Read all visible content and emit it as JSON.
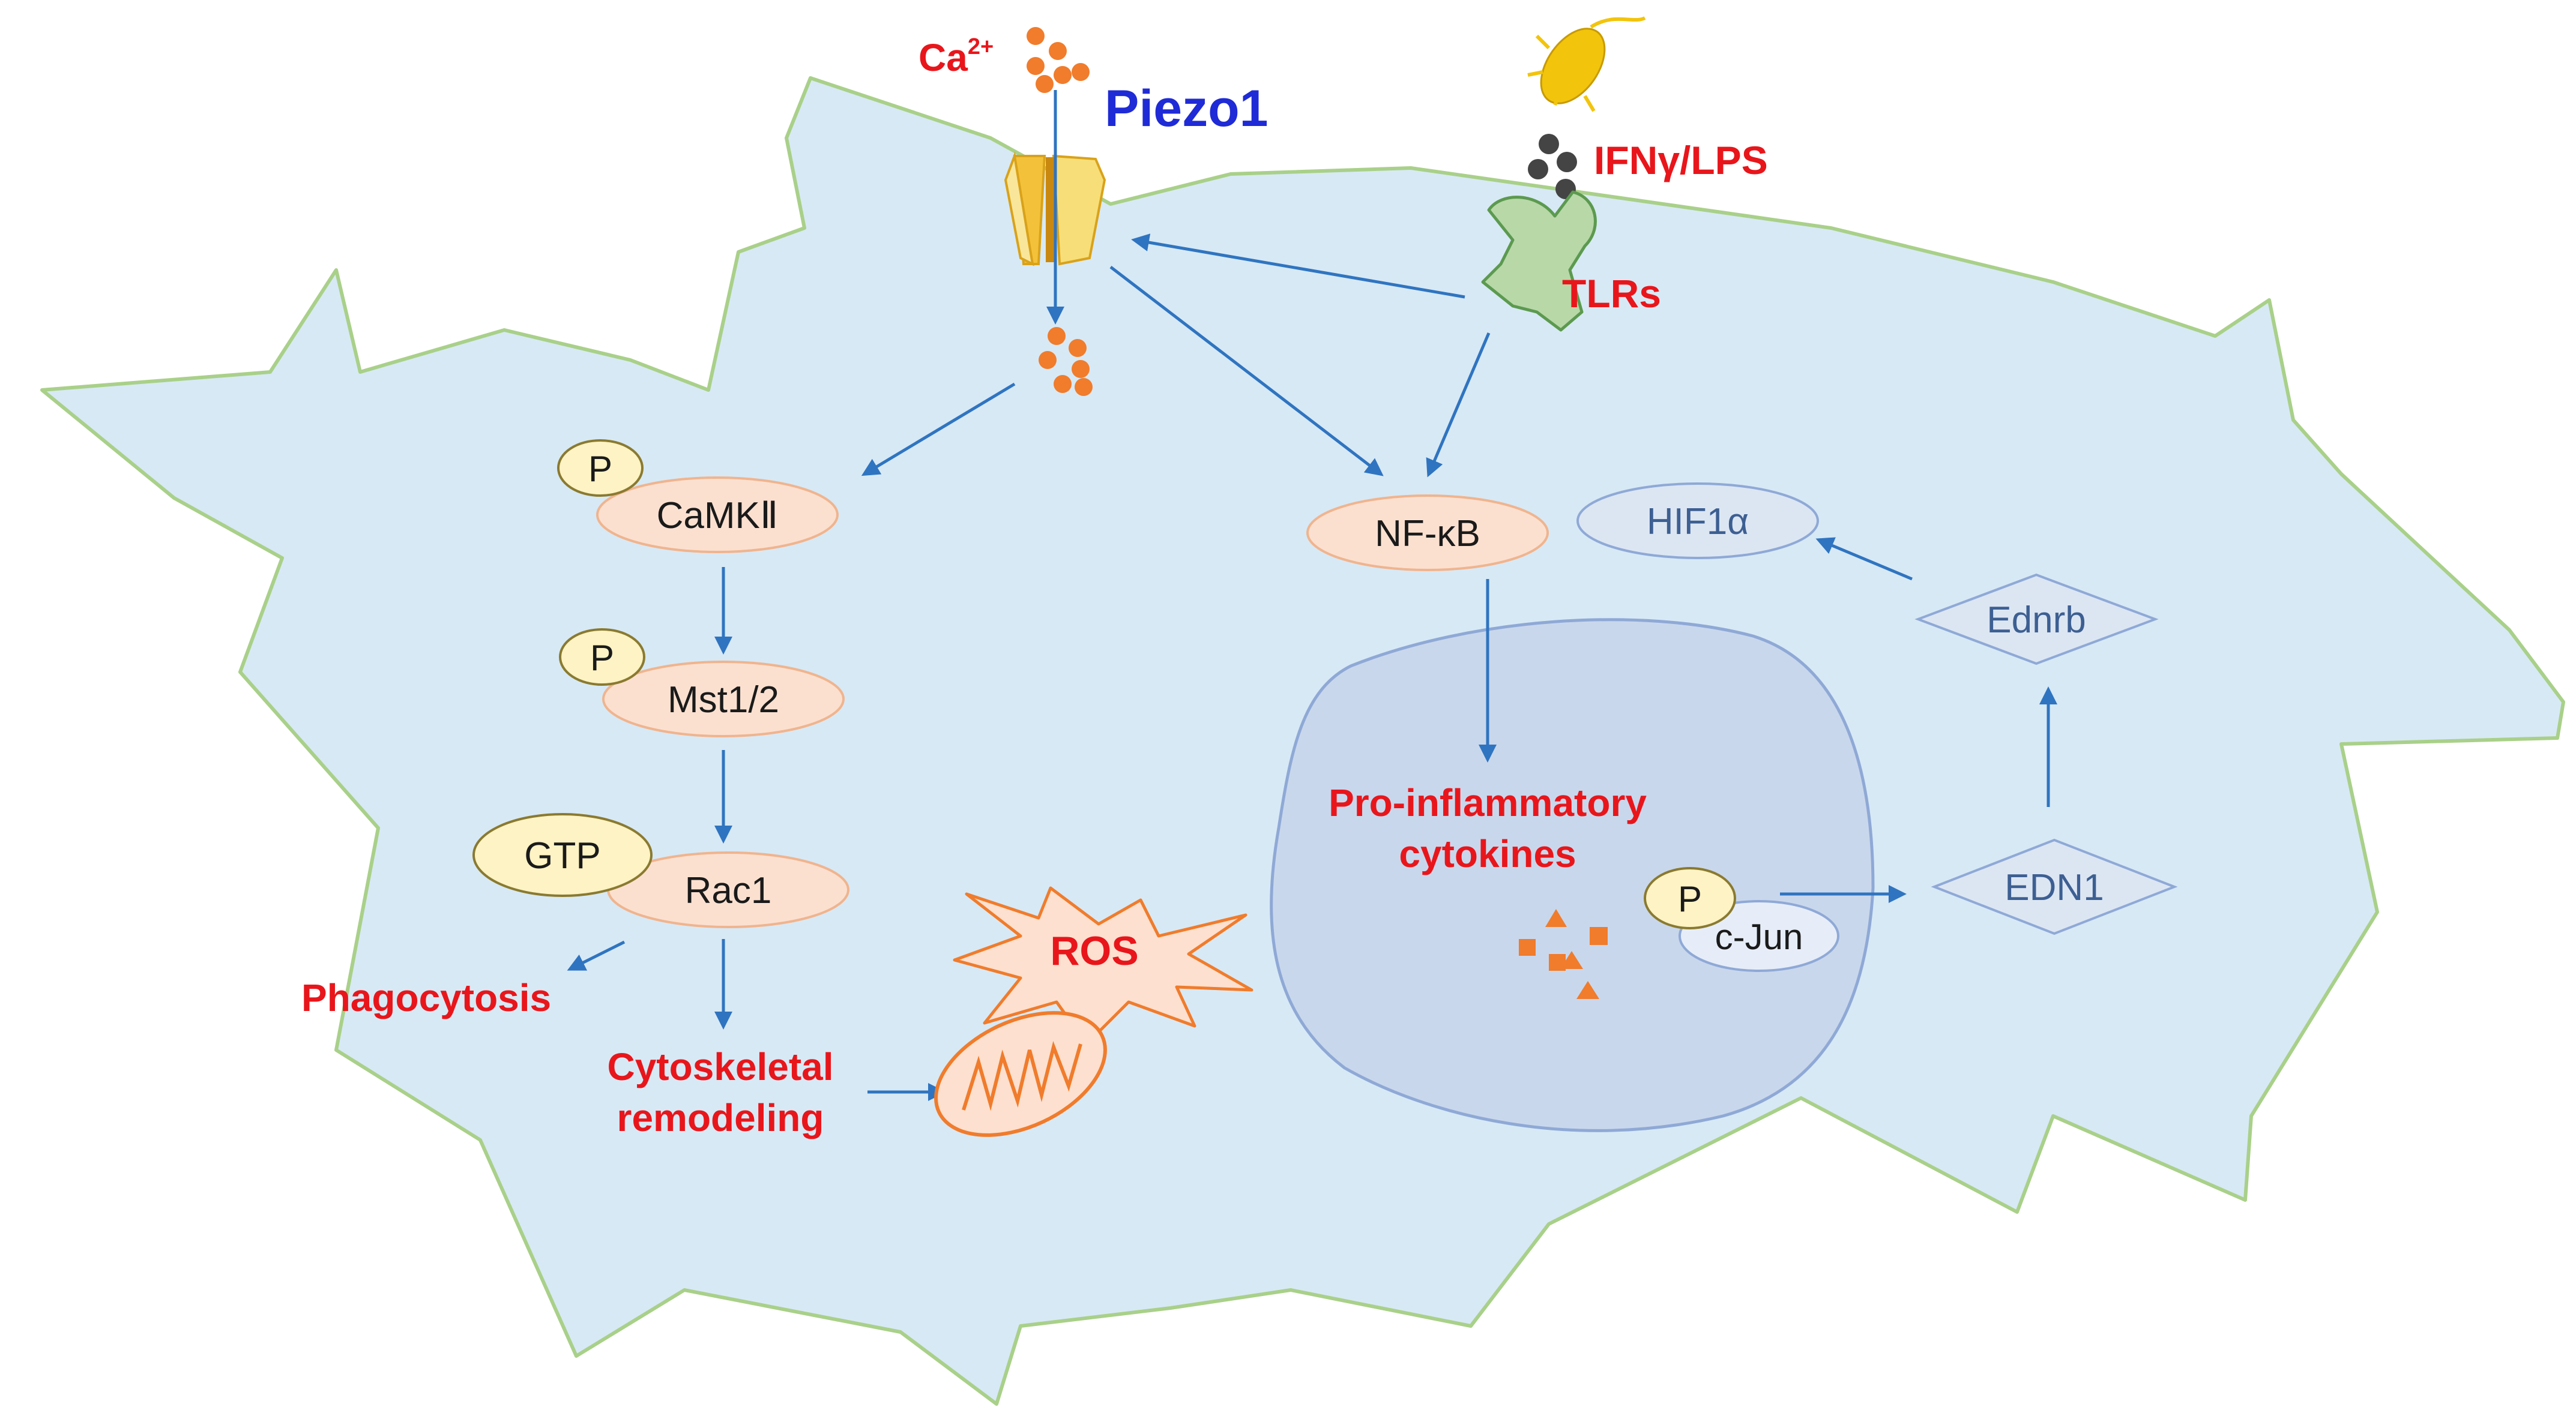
{
  "colors": {
    "cell_fill": "#d7e9f5",
    "cell_stroke": "#a9d089",
    "nucleus_fill": "#c9d7ec",
    "nucleus_stroke": "#8fa9d6",
    "arrow": "#2f74c0",
    "red_label": "#e8161b",
    "piezo_label": "#1f2bd6",
    "node_fill": "#fbe0d0",
    "node_stroke": "#f0b48e",
    "phospho_fill": "#fdf3c4",
    "phospho_stroke": "#8a7a30",
    "calcium": "#f07c2c",
    "ligand": "#444444",
    "channel": "#f3c23a",
    "receptor_fill": "#b8d8a8",
    "receptor_stroke": "#5c9a4f",
    "bacterium": "#f2c40c"
  },
  "labels": {
    "ca": "Ca",
    "ca_sup": "2+",
    "piezo": "Piezo1",
    "ligand": "IFNγ/LPS",
    "receptor": "TLRs",
    "phagocytosis": "Phagocytosis",
    "cytoskeletal_1": "Cytoskeletal",
    "cytoskeletal_2": "remodeling",
    "ros": "ROS",
    "proinflam_1": "Pro-inflammatory",
    "proinflam_2": "cytokines"
  },
  "nodes": {
    "p1": "P",
    "camk": "CaMKⅡ",
    "p2": "P",
    "mst": "Mst1/2",
    "gtp": "GTP",
    "rac1": "Rac1",
    "nfkb": "NF-κB",
    "hif": "HIF1α",
    "ednrb": "Ednrb",
    "edn1": "EDN1",
    "p3": "P",
    "cjun": "c-Jun"
  }
}
